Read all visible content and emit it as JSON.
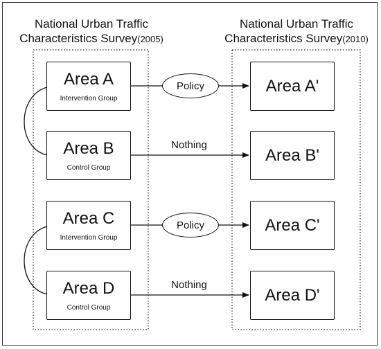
{
  "left_group": {
    "title_line1": "National Urban Traffic",
    "title_line2": "Characteristics Survey",
    "year": "(2005)"
  },
  "right_group": {
    "title_line1": "National Urban Traffic",
    "title_line2": "Characteristics Survey",
    "year": "(2010)"
  },
  "left_boxes": [
    {
      "name": "Area A",
      "sub": "Intervention Group"
    },
    {
      "name": "Area B",
      "sub": "Control Group"
    },
    {
      "name": "Area C",
      "sub": "Intervention Group"
    },
    {
      "name": "Area D",
      "sub": "Control Group"
    }
  ],
  "right_boxes": [
    {
      "name": "Area A'"
    },
    {
      "name": "Area B'"
    },
    {
      "name": "Area C'"
    },
    {
      "name": "Area D'"
    }
  ],
  "links": [
    {
      "label": "Policy",
      "style": "ellipse"
    },
    {
      "label": "Nothing",
      "style": "text"
    },
    {
      "label": "Policy",
      "style": "ellipse"
    },
    {
      "label": "Nothing",
      "style": "text"
    }
  ]
}
